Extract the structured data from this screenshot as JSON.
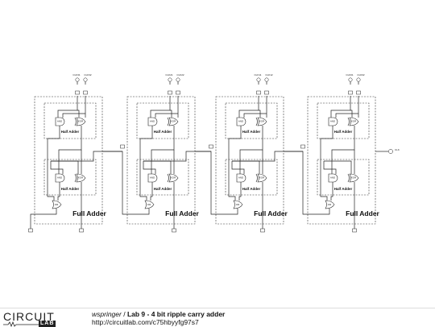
{
  "circuit": {
    "input_labels": [
      [
        "CLK31",
        "CLK32"
      ],
      [
        "CLK21",
        "CLK22"
      ],
      [
        "CLK11",
        "CLK12"
      ],
      [
        "CLK01",
        "CLK02"
      ]
    ],
    "half_adder_label": "Half Adder",
    "full_adder_label": "Full Adder",
    "gate_labels": [
      "XOR",
      "AND",
      "OR"
    ],
    "output_label": "CLK"
  },
  "footer": {
    "logo_main": "CIRCUIT",
    "logo_sub": "LAB",
    "author": "wspringer",
    "separator": " / ",
    "title": "Lab 9 - 4 bit ripple carry adder",
    "url": "http://circuitlab.com/c75hbyyfg97s7"
  }
}
